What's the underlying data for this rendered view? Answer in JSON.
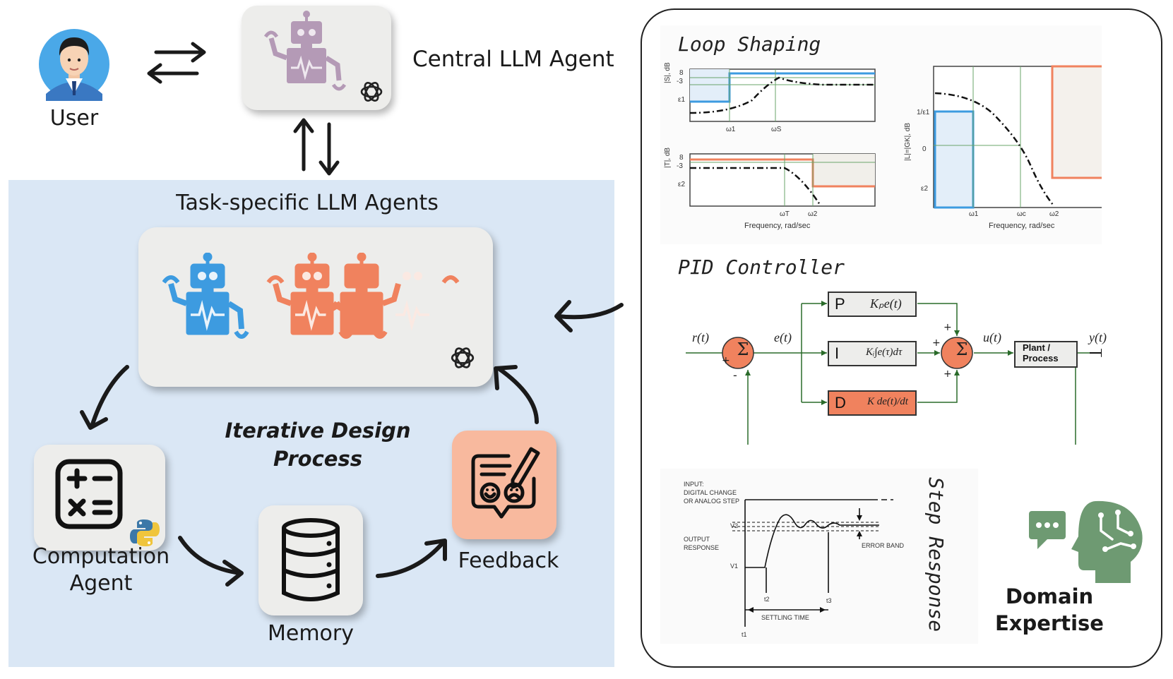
{
  "user": {
    "label": "User",
    "icon": "user-avatar-icon"
  },
  "central": {
    "label": "Central LLM Agent",
    "icon": "robot-icon"
  },
  "task": {
    "title": "Task-specific LLM Agents"
  },
  "process": {
    "line1": "Iterative Design",
    "line2": "Process"
  },
  "computation": {
    "line1": "Computation",
    "line2": "Agent",
    "icon": "calculator-icon"
  },
  "memory": {
    "label": "Memory",
    "icon": "database-icon"
  },
  "feedback": {
    "label": "Feedback",
    "icon": "feedback-faces-icon"
  },
  "domain": {
    "line1": "Domain",
    "line2": "Expertise",
    "icon": "brain-head-icon"
  },
  "loop": {
    "title": "Loop Shaping",
    "s_ylabel": "|S|, dB",
    "s_ticks": [
      "8",
      "-3",
      "ε1"
    ],
    "s_xticks": [
      "ω1",
      "ωS"
    ],
    "t_ylabel": "|T|, dB",
    "t_ticks": [
      "8",
      "-3",
      "ε2"
    ],
    "t_xticks": [
      "ωT",
      "ω2"
    ],
    "t_xlabel": "Frequency, rad/sec",
    "l_ylabel": "|L|=|GK|, dB",
    "l_ticks": [
      "1/ε1",
      "0",
      "ε2"
    ],
    "l_xticks": [
      "ω1",
      "ωc",
      "ω2"
    ],
    "l_xlabel": "Frequency, rad/sec"
  },
  "pid": {
    "title": "PID Controller",
    "r": "r(t)",
    "e": "e(t)",
    "u": "u(t)",
    "y": "y(t)",
    "p_letter": "P",
    "p_expr": "Kₚe(t)",
    "i_letter": "I",
    "i_expr": "Kᵢ∫e(τ)dτ",
    "d_letter": "D",
    "d_expr": "K  de(t)/dt",
    "plant_line1": "Plant /",
    "plant_line2": "Process",
    "sigma": "Σ",
    "plus": "+",
    "minus": "-"
  },
  "step": {
    "title": "Step Response",
    "input1": "INPUT:",
    "input2": "DIGITAL CHANGE",
    "input3": "OR ANALOG STEP",
    "output1": "OUTPUT",
    "output2": "RESPONSE",
    "v2": "V2",
    "v1": "V1",
    "t2": "t2",
    "t3": "t3",
    "t1": "t1",
    "error_band": "ERROR BAND",
    "settling": "SETTLING TIME"
  },
  "colors": {
    "blue": "#3d9be0",
    "orange": "#f0825e",
    "panel": "#dae7f5",
    "green": "#6e9a72",
    "central_robot": "#b49ab6"
  }
}
